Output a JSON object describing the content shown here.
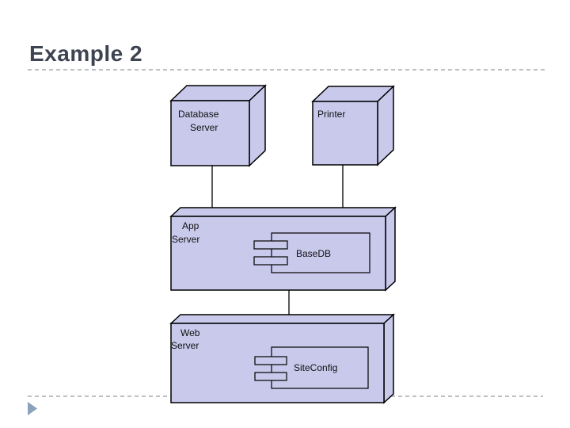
{
  "slide": {
    "title": "Example 2",
    "title_color": "#3d4350"
  },
  "dividers": {
    "style": "dashed",
    "color": "#a6aaaf"
  },
  "footer": {
    "nav_icon": "play-triangle",
    "nav_icon_color": "#8ba1bc"
  },
  "diagram": {
    "type": "uml-deployment",
    "node_fill": "#c9c9ec",
    "node_stroke": "#000000",
    "nodes": [
      {
        "id": "database-server",
        "label": [
          "Database",
          "Server"
        ]
      },
      {
        "id": "printer",
        "label": [
          "Printer"
        ]
      },
      {
        "id": "app-server",
        "label": [
          "App",
          "Server"
        ],
        "components": [
          "BaseDB"
        ]
      },
      {
        "id": "web-server",
        "label": [
          "Web",
          "Server"
        ],
        "components": [
          "SiteConfig"
        ]
      }
    ],
    "connections": [
      {
        "from": "database-server",
        "to": "app-server"
      },
      {
        "from": "printer",
        "to": "app-server"
      },
      {
        "from": "app-server",
        "to": "web-server"
      }
    ]
  }
}
